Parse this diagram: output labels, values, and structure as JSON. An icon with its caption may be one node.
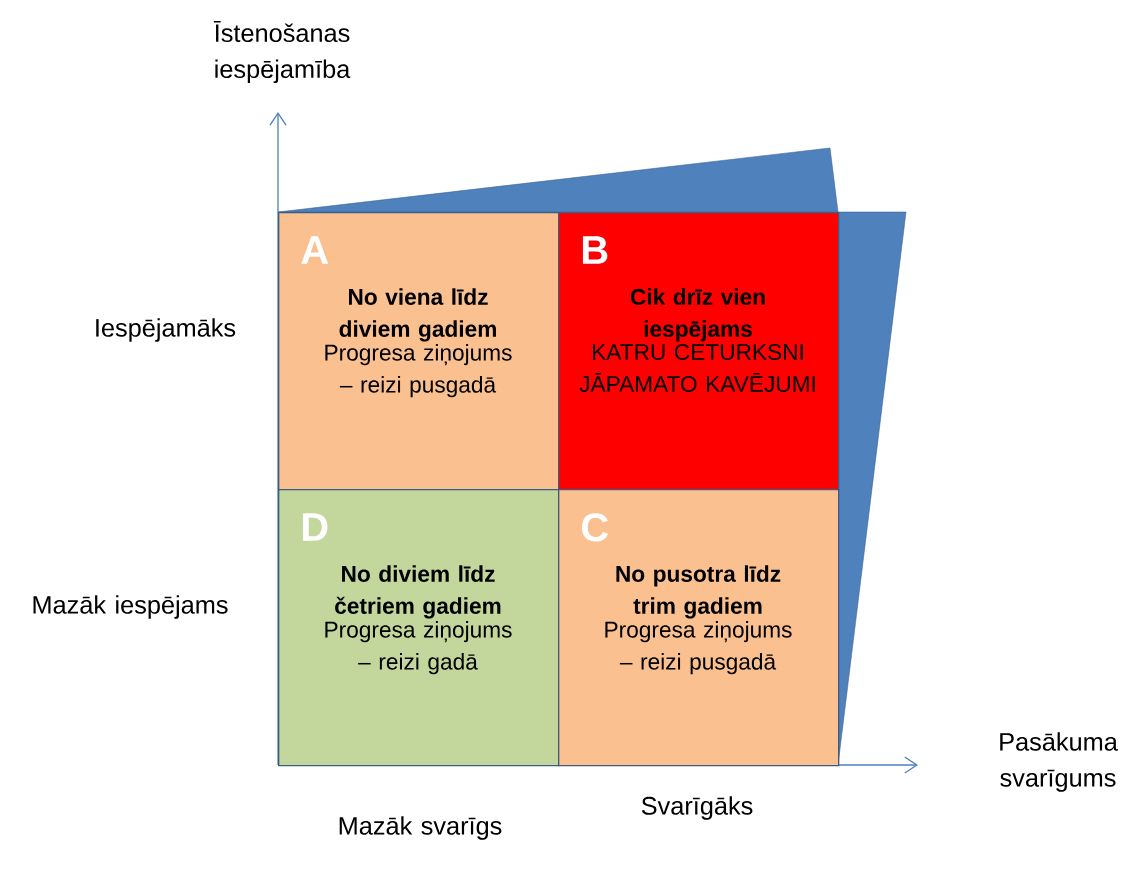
{
  "diagram": {
    "nodes": [
      {
        "text": [
          "A",
          "No viena līdz diviem gadiem",
          "Progresa ziņojums – reizi pusgadā"
        ]
      },
      {
        "text": [
          "B",
          "Cik drīz vien iespējams",
          "KATRU CETURKSNI JĀPAMATO KAVĒJUMI"
        ]
      },
      {
        "text": [
          "D",
          "No diviem līdz četriem gadiem",
          "Progresa ziņojums – reizi gadā"
        ]
      },
      {
        "text": [
          "C",
          "No pusotra līdz trim gadiem",
          "Progresa ziņojums – reizi pusgadā"
        ]
      }
    ],
    "labels": [
      "Īstenošanas iespējamība",
      "Iespējamāks",
      "Mazāk iespējams",
      "Pasākuma svarīgums",
      "Mazāk svarīgs",
      "Svarīgāks"
    ]
  }
}
